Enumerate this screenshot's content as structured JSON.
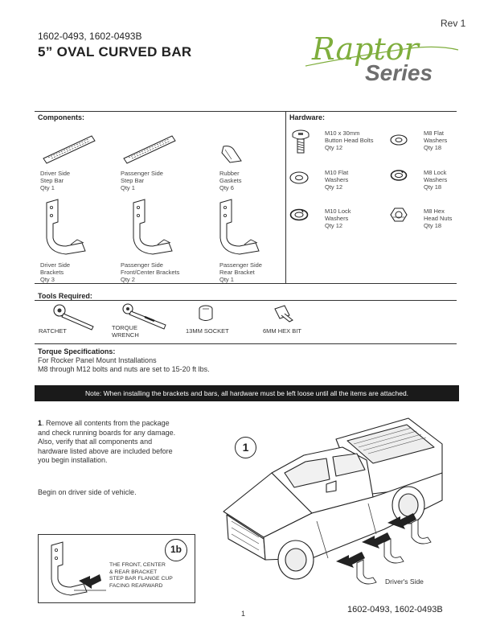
{
  "header": {
    "rev": "Rev 1",
    "part_numbers": "1602-0493, 1602-0493B",
    "title": "5” OVAL CURVED BAR",
    "logo_word1": "Raptor",
    "logo_word2": "Series",
    "logo_colors": {
      "raptor": "#7fae3d",
      "series": "#6e6e6e"
    }
  },
  "components": {
    "heading": "Components:",
    "items": [
      {
        "name": "Driver Side",
        "name2": "Step Bar",
        "qty": "Qty 1",
        "icon": "step-bar-icon"
      },
      {
        "name": "Passenger Side",
        "name2": "Step Bar",
        "qty": "Qty 1",
        "icon": "step-bar-icon"
      },
      {
        "name": "Rubber",
        "name2": "Gaskets",
        "qty": "Qty 6",
        "icon": "rubber-gasket-icon"
      },
      {
        "name": "Driver Side",
        "name2": "Brackets",
        "qty": "Qty 3",
        "icon": "bracket-icon"
      },
      {
        "name": "Passenger Side",
        "name2": "Front/Center Brackets",
        "qty": "Qty 2",
        "icon": "bracket-icon"
      },
      {
        "name": "Passenger Side",
        "name2": "Rear Bracket",
        "qty": "Qty 1",
        "icon": "bracket-icon"
      }
    ]
  },
  "hardware": {
    "heading": "Hardware:",
    "items": [
      {
        "line1": "M10 x 30mm",
        "line2": "Button Head Bolts",
        "qty": "Qty 12",
        "icon": "bolt-icon"
      },
      {
        "line1": "M8 Flat",
        "line2": "Washers",
        "qty": "Qty 18",
        "icon": "flat-washer-icon"
      },
      {
        "line1": "M10 Flat",
        "line2": "Washers",
        "qty": "Qty 12",
        "icon": "flat-washer-icon"
      },
      {
        "line1": "M8 Lock",
        "line2": "Washers",
        "qty": "Qty 18",
        "icon": "lock-washer-icon"
      },
      {
        "line1": "M10 Lock",
        "line2": "Washers",
        "qty": "Qty 12",
        "icon": "lock-washer-icon"
      },
      {
        "line1": "M8 Hex",
        "line2": "Head Nuts",
        "qty": "Qty 18",
        "icon": "hex-nut-icon"
      }
    ]
  },
  "tools": {
    "heading": "Tools Required:",
    "ratchet": "RATCHET",
    "torque1": "TORQUE",
    "torque2": "WRENCH",
    "socket": "13MM SOCKET",
    "hexbit": "6MM HEX BIT"
  },
  "torque": {
    "heading": "Torque Specifications:",
    "line1": "For Rocker Panel Mount Installations",
    "line2": "M8 through M12 bolts and nuts are set to 15-20 ft lbs."
  },
  "note": "Note: When installing the brackets and bars, all hardware must be left loose until all the items are attached.",
  "step1": {
    "number": "1",
    "text": ". Remove all contents from the package and check running boards for any damage. Also, verify that all components and hardware listed above are included before you begin installation.",
    "begin": "Begin on driver side of vehicle.",
    "callout": "1"
  },
  "detail_1b": {
    "callout": "1b",
    "line1": "THE FRONT, CENTER",
    "line2": "& REAR BRACKET",
    "line3": "STEP BAR FLANGE CUP",
    "line4": "FACING REARWARD"
  },
  "driver_side_label": "Driver's Side",
  "footer": {
    "page": "1",
    "part_numbers": "1602-0493, 1602-0493B"
  }
}
